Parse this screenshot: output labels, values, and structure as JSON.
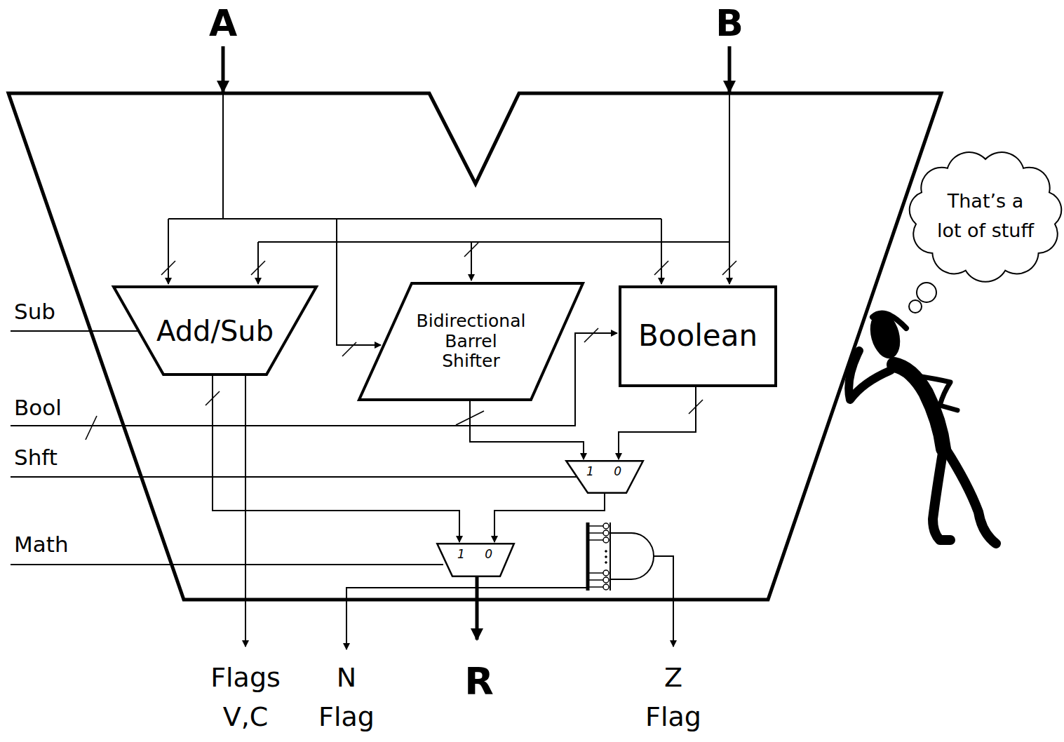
{
  "diagram": {
    "nodes": [
      {
        "text": [
          "Add/Sub"
        ]
      },
      {
        "text": [
          "Bidirectional Barrel Shifter"
        ]
      },
      {
        "text": [
          "Boolean"
        ]
      },
      {
        "text": [
          "1",
          "0"
        ]
      },
      {
        "text": [
          "1",
          "0"
        ]
      },
      {
        "text": [
          "That’s a lot of stuff"
        ]
      }
    ],
    "edges": [
      {
        "from": 0,
        "to": 4,
        "arrow": "to"
      },
      {
        "from": 1,
        "to": 3,
        "arrow": "to"
      },
      {
        "from": 2,
        "to": 3,
        "arrow": "to"
      },
      {
        "from": 3,
        "to": 4,
        "arrow": "to"
      }
    ],
    "labels": [
      "A",
      "B",
      "Sub",
      "Bool",
      "Shft",
      "Math",
      "Flags V,C",
      "N Flag",
      "R",
      "Z Flag"
    ]
  }
}
